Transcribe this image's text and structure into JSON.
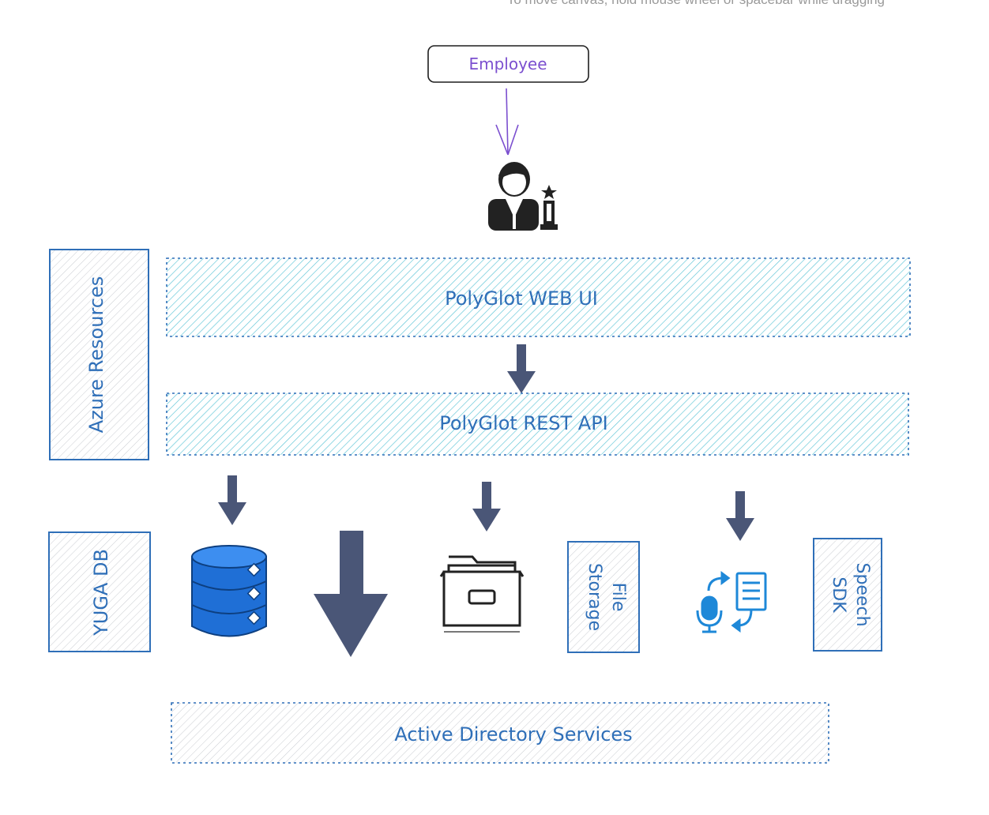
{
  "toolbar": {
    "hint": "To move canvas, hold mouse wheel or spacebar while dragging"
  },
  "diagram": {
    "employee_label": "Employee",
    "azure_label": "Azure Resources",
    "web_ui_label": "PolyGlot WEB UI",
    "rest_api_label": "PolyGlot REST API",
    "yuga_label": "YUGA DB",
    "file_storage_label": "File Storage",
    "file_storage_line1": "File",
    "file_storage_line2": "Storage",
    "speech_line1": "Speech",
    "speech_line2": "SDK",
    "active_directory_label": "Active Directory Services",
    "icons": [
      "employee-avatar-icon",
      "database-icon",
      "file-cabinet-icon",
      "speech-to-text-icon"
    ]
  },
  "colors": {
    "blue_stroke": "#2f6fb8",
    "teal_hatch": "#5cc4d6",
    "arrow_fill": "#4a5677",
    "purple": "#7b4fcf",
    "db_blue": "#1f6fd6",
    "grey_hatch": "#c9ccd1"
  }
}
